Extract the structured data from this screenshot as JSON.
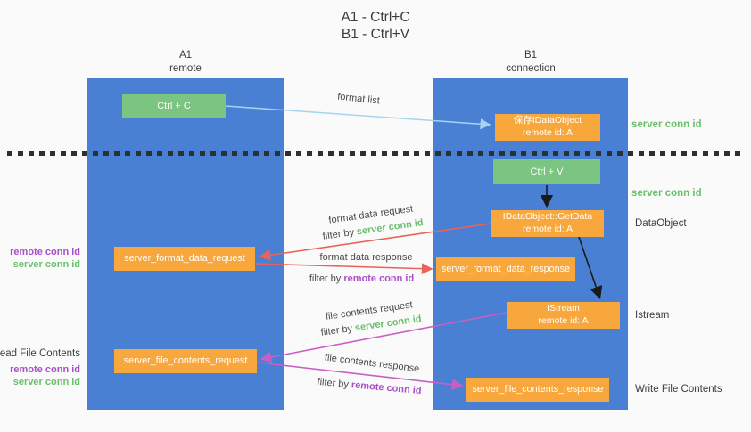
{
  "title": {
    "line1": "A1 - Ctrl+C",
    "line2": "B1 - Ctrl+V"
  },
  "columns": {
    "a1": {
      "name": "A1",
      "subtitle": "remote"
    },
    "b1": {
      "name": "B1",
      "subtitle": "connection"
    }
  },
  "nodes": {
    "ctrl_c": {
      "label": "Ctrl + C"
    },
    "save_idataobject": {
      "line1": "保存IDataObject",
      "line2": "remote id: A"
    },
    "ctrl_v": {
      "label": "Ctrl + V"
    },
    "getdata": {
      "line1": "IDataObject::GetData",
      "line2": "remote id: A"
    },
    "format_request": {
      "label": "server_format_data_request"
    },
    "format_response": {
      "label": "server_format_data_response"
    },
    "istream": {
      "line1": "IStream",
      "line2": "remote id: A"
    },
    "file_request": {
      "label": "server_file_contents_request"
    },
    "file_response": {
      "label": "server_file_contents_response"
    }
  },
  "edge_labels": {
    "format_list": "format list",
    "format_data_request": "format data request",
    "format_data_response": "format data response",
    "file_contents_request": "file contents request",
    "file_contents_response": "file contents response",
    "filter_by": "filter by"
  },
  "conn_ids": {
    "server": "server conn id",
    "remote": "remote conn id"
  },
  "side_labels": {
    "dataobject": "DataObject",
    "istream": "Istream",
    "write_file_contents": "Write File Contents",
    "read_file_contents": "Read File Contents"
  },
  "colors": {
    "lane_blue": "#4a80d4",
    "node_green": "#7cc481",
    "node_orange": "#f7a73c",
    "arrow_light_blue": "#a6d4f0",
    "arrow_red": "#e96358",
    "arrow_magenta": "#c95fc5",
    "arrow_black": "#1a1a1a",
    "conn_id_green": "#6abf6c",
    "conn_id_purple": "#a950c8",
    "background": "#fafafa"
  }
}
